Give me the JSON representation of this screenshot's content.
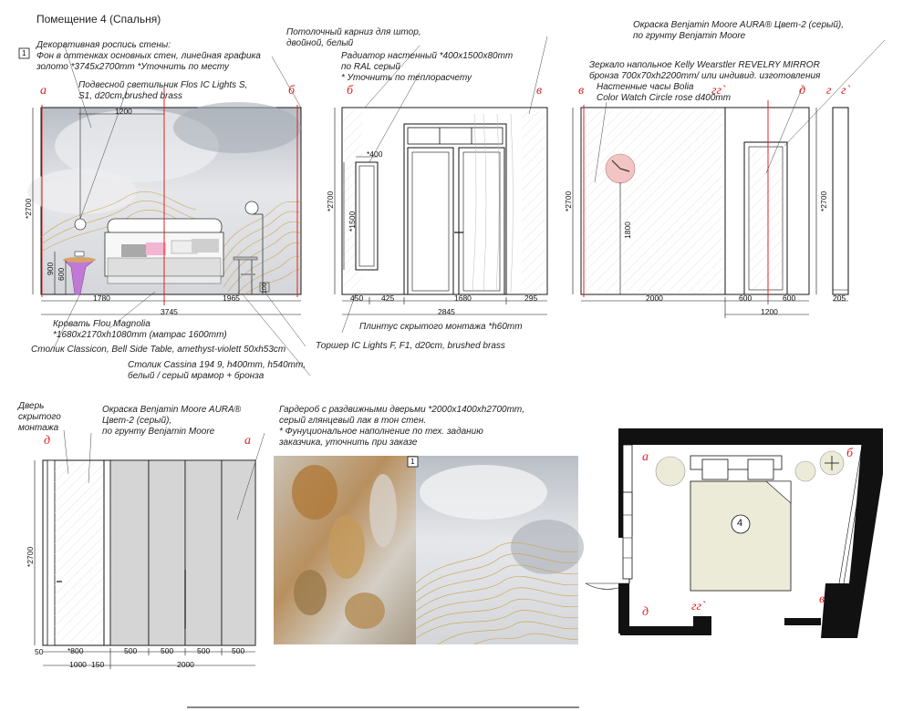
{
  "title": "Помещение 4 (Спальня)",
  "notes": {
    "decor": "Декоративная роспись стены:\nФон в оттенках основных стен, линейная графика\nзолото *3745x2700mm *Уточнить по месту",
    "decor_index": "1",
    "pendant": "Подвесной светильник Flos IC Lights S,\nS1, d20cm,brushed brass",
    "cornice": "Потолочный карниз для штор,\nдвойной, белый",
    "radiator": "Радиатор настенный *400x1500x80mm\nпо RAL серый\n* Уточнить по теплорасчету",
    "paint_top": "Окраска Benjamin Moore AURA® Цвет-2 (серый),\nпо грунту Benjamin Moore",
    "mirror": "Зеркало напольное Kelly Wearstler REVELRY MIRROR\nбронза 700x70xh2200mm/ или индивид. изготовления",
    "clock": "Настенные часы Bolia\nColor Watch Circle rose d400mm",
    "bed": "Кровать Flou Magnolia\n*1680x2170xh1080mm (матрас 1600mm)",
    "side_table": "Столик Classicon, Bell Side Table, amethyst-violett 50xh53cm",
    "cassina": "Столик Cassina 194 9, h400mm, h540mm,\nбелый / серый мрамор + бронза",
    "plinth": "Плинтус скрытого монтажа *h60mm",
    "floor_lamp": "Торшер IC Lights F, F1, d20cm, brushed brass",
    "door": "Дверь\nскрытого\nмонтажа",
    "paint_bottom": "Окраска Benjamin Moore AURA®\nЦвет-2 (серый),\nпо грунту Benjamin Moore",
    "wardrobe": "Гардероб с раздвижными дверьми *2000x1400xh2700mm,\nсерый глянцевый лак в тон стен.\n* Фунуциональное наполнение по тех. заданию\nзаказчика, уточнить при заказе",
    "photo_index": "1"
  },
  "letters": {
    "a1": "а",
    "b1": "б",
    "b2": "б",
    "v1": "в",
    "v2": "в",
    "g1": "гг`",
    "d1": "д",
    "g2": "г",
    "g3": "г`",
    "d2": "д",
    "a2": "а",
    "plan_a": "а",
    "plan_b": "б",
    "plan_d": "д",
    "plan_g": "гг`",
    "plan_v": "в"
  },
  "dims": {
    "e1_1200": "1200",
    "e1_2700": "*2700",
    "e1_900": "900",
    "e1_600": "600",
    "e1_1780": "1780",
    "e1_1965": "1965",
    "e1_3745": "3745",
    "e1_100": "100",
    "e2_400": "*400",
    "e2_2700": "*2700",
    "e2_1500": "*1500",
    "e2_450": "450",
    "e2_425": "425",
    "e2_1680": "1680",
    "e2_295": "295",
    "e2_2845": "2845",
    "e3_2700": "*2700",
    "e3_1800": "1800",
    "e3_2000": "2000",
    "e3_600a": "600",
    "e3_600b": "600",
    "e3_1200": "1200",
    "e3_2700b": "*2700",
    "e4_205": "205",
    "e5_2700": "*2700",
    "e5_50": "50",
    "e5_800": "*800",
    "e5_1000": "1000",
    "e5_150": "150",
    "e5_500a": "500",
    "e5_500b": "500",
    "e5_500c": "500",
    "e5_500d": "500",
    "e5_2000": "2000",
    "plan_room": "4"
  },
  "colors": {
    "red": "#e02020",
    "line": "#1a1a1a",
    "wall_grey": "#cfd2d6",
    "gold": "#c9a24a",
    "violet": "#c07ad6",
    "rose": "#f2c4c4",
    "bed_fill": "#ecebd8"
  }
}
